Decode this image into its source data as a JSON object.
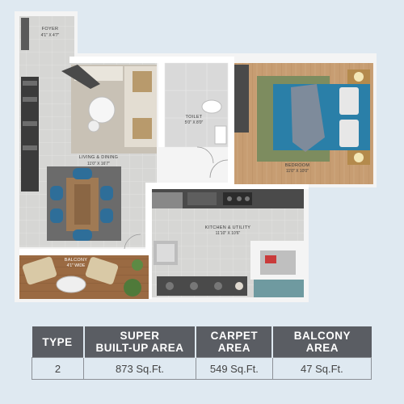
{
  "rooms": {
    "foyer": {
      "label": "FOYER",
      "dim": "4'1\" X 4'7\""
    },
    "living": {
      "label": "LIVING & DINING",
      "dim": "11'0\" X 16'7\""
    },
    "toilet": {
      "label": "TOILET",
      "dim": "5'0\" X 8'0\""
    },
    "bedroom": {
      "label": "BEDROOM",
      "dim": "11'0\" X 10'0\""
    },
    "kitchen": {
      "label": "KITCHEN & UTILITY",
      "dim": "11'10\" X 10'6\""
    },
    "balcony": {
      "label": "BALCONY",
      "dim": "4'1\" WIDE"
    }
  },
  "area_table": {
    "headers": [
      {
        "line1": "TYPE",
        "line2": ""
      },
      {
        "line1": "SUPER",
        "line2": "BUILT-UP AREA"
      },
      {
        "line1": "CARPET",
        "line2": "AREA"
      },
      {
        "line1": "BALCONY",
        "line2": "AREA"
      }
    ],
    "row": [
      "2",
      "873 Sq.Ft.",
      "549 Sq.Ft.",
      "47 Sq.Ft."
    ]
  },
  "colors": {
    "background": "#dfe9f1",
    "wall": "#ffffff",
    "floor_tile": "#d9d9d9",
    "wood": "#c9a27a",
    "bed": "#2a7fa8",
    "chair": "#2e6e99",
    "header": "#5a5d63"
  }
}
